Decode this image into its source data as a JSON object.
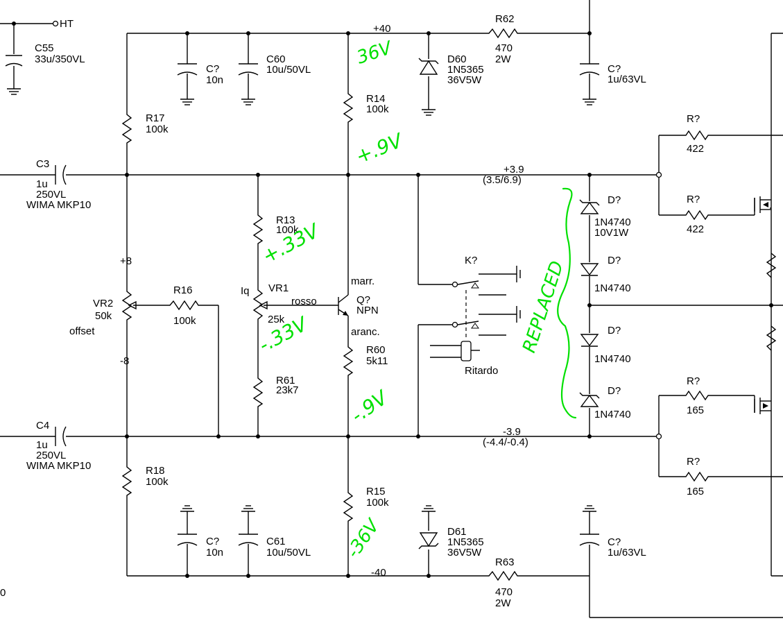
{
  "rails": {
    "ht": "HT",
    "top_voltage": "+40",
    "bottom_voltage": "-40",
    "upper_bias": "+3.9",
    "upper_bias_range": "(3.5/6.9)",
    "lower_bias": "-3.9",
    "lower_bias_range": "(-4.4/-0.4)",
    "node_plus8": "+8",
    "node_minus8": "-8",
    "left_edge": "0"
  },
  "components": {
    "c55": {
      "ref": "C55",
      "value": "33u/350VL"
    },
    "c_top_left": {
      "ref": "C?",
      "value": "10n"
    },
    "c60": {
      "ref": "C60",
      "value": "10u/50VL"
    },
    "d60": {
      "ref": "D60",
      "value": "1N5365",
      "rating": "36V5W"
    },
    "r62": {
      "ref": "R62",
      "value": "470",
      "rating": "2W"
    },
    "c_top_right": {
      "ref": "C?",
      "value": "1u/63VL"
    },
    "r17": {
      "ref": "R17",
      "value": "100k"
    },
    "r14": {
      "ref": "R14",
      "value": "100k"
    },
    "c3": {
      "ref": "C3",
      "value": "1u",
      "rating": "250VL",
      "type": "WIMA MKP10"
    },
    "r_a": {
      "ref": "R?",
      "value": "422"
    },
    "r_b": {
      "ref": "R?",
      "value": "422"
    },
    "r13": {
      "ref": "R13",
      "value": "100k"
    },
    "d_1": {
      "ref": "D?",
      "value": "1N4740",
      "rating": "10V1W"
    },
    "d_2": {
      "ref": "D?",
      "value": "1N4740"
    },
    "d_3": {
      "ref": "D?",
      "value": "1N4740"
    },
    "d_4": {
      "ref": "D?",
      "value": "1N4740"
    },
    "k": {
      "ref": "K?"
    },
    "vr2": {
      "ref": "VR2",
      "value": "50k",
      "note": "offset"
    },
    "r16": {
      "ref": "R16",
      "value": "100k"
    },
    "iq": {
      "label": "Iq"
    },
    "vr1": {
      "ref": "VR1",
      "value": "25k"
    },
    "q": {
      "ref": "Q?",
      "value": "NPN"
    },
    "wires": {
      "marr": "marr.",
      "rosso": "rosso",
      "aranc": "aranc."
    },
    "r60": {
      "ref": "R60",
      "value": "5k11"
    },
    "ritardo": {
      "label": "Ritardo"
    },
    "r61": {
      "ref": "R61",
      "value": "23k7"
    },
    "r_c": {
      "ref": "R?",
      "value": "165"
    },
    "r_d": {
      "ref": "R?",
      "value": "165"
    },
    "c4": {
      "ref": "C4",
      "value": "1u",
      "rating": "250VL",
      "type": "WIMA MKP10"
    },
    "r18": {
      "ref": "R18",
      "value": "100k"
    },
    "r15": {
      "ref": "R15",
      "value": "100k"
    },
    "c_bot_left": {
      "ref": "C?",
      "value": "10n"
    },
    "c61": {
      "ref": "C61",
      "value": "10u/50VL"
    },
    "d61": {
      "ref": "D61",
      "value": "1N5365",
      "rating": "36V5W"
    },
    "r63": {
      "ref": "R63",
      "value": "470",
      "rating": "2W"
    },
    "c_bot_right": {
      "ref": "C?",
      "value": "1u/63VL"
    }
  },
  "annotations": {
    "v_top": "36V",
    "v_plus9": "+.9V",
    "v_plus33": "+.33V",
    "v_minus33": "-.33V",
    "v_minus9": "-.9V",
    "v_minus36": "-36V",
    "replaced": "REPLACED",
    "color": "#00e000"
  }
}
